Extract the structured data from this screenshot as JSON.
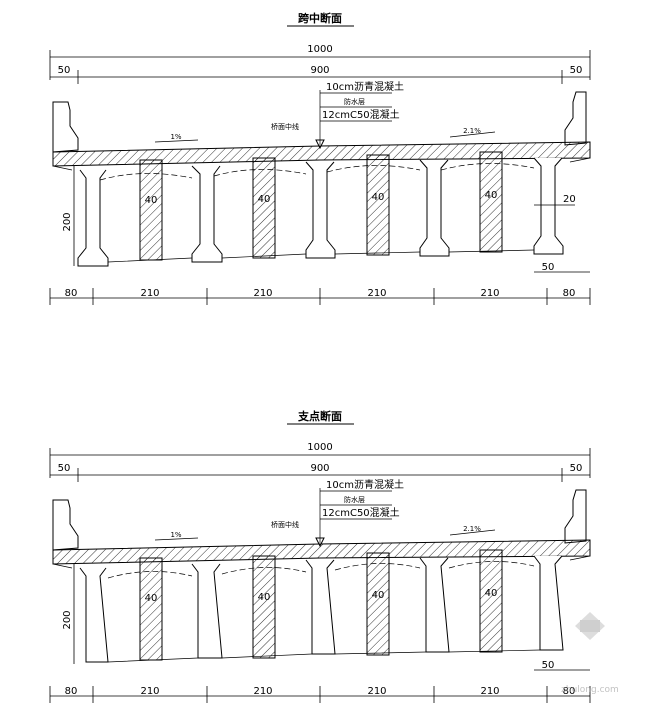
{
  "sections": [
    {
      "title": "跨中断面",
      "overall_width": "1000",
      "edge_left": "50",
      "center_width": "900",
      "edge_right": "50",
      "layer_1": "10cm沥青混凝土",
      "layer_2": "防水层",
      "layer_3": "12cmC50混凝土",
      "center_label": "桥面中线",
      "slope_left": "1%",
      "slope_right": "2.1%",
      "diaphragm": "40",
      "web_thickness": "20",
      "height": "200",
      "bottom_flange": "50",
      "spacing": [
        "80",
        "210",
        "210",
        "210",
        "210",
        "80"
      ]
    },
    {
      "title": "支点断面",
      "overall_width": "1000",
      "edge_left": "50",
      "center_width": "900",
      "edge_right": "50",
      "layer_1": "10cm沥青混凝土",
      "layer_2": "防水层",
      "layer_3": "12cmC50混凝土",
      "center_label": "桥面中线",
      "slope_left": "1%",
      "slope_right": "2.1%",
      "diaphragm": "40",
      "height": "200",
      "bottom_flange": "50",
      "spacing": [
        "80",
        "210",
        "210",
        "210",
        "210",
        "80"
      ]
    }
  ],
  "watermark": "zhulong.com"
}
